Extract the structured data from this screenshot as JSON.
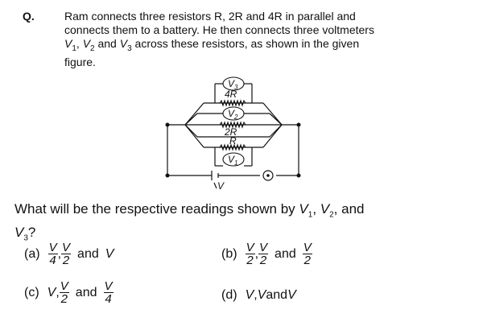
{
  "question": {
    "label": "Q.",
    "line1": "Ram connects three resistors R, 2R and 4R in parallel and",
    "line2": "connects them to a battery. He then connects three voltmeters",
    "line3_v1": "V",
    "line3_mid1": ", ",
    "line3_v2": "V",
    "line3_mid2": " and ",
    "line3_v3": "V",
    "line3_rest": " across these resistors, as shown in the given",
    "line4": "figure.",
    "sub1": "1",
    "sub2": "2",
    "sub3": "3"
  },
  "figure": {
    "labels": [
      "V3",
      "4R",
      "V2",
      "2R",
      "R",
      "V1",
      "V"
    ],
    "v3_base": "V",
    "v3_sub": "3",
    "r4": "4R",
    "v2_base": "V",
    "v2_sub": "2",
    "r2": "2R",
    "r1": "R",
    "v1_base": "V",
    "v1_sub": "1",
    "battery": "V",
    "key": "•"
  },
  "question2": {
    "part1": "What will be the respective readings shown by ",
    "v1": "V",
    "s1": "1",
    "comma1": ", ",
    "v2": "V",
    "s2": "2",
    "comma2": ", and",
    "v3": "V",
    "s3": "3",
    "qmark": "?"
  },
  "options": {
    "a": {
      "label": "(a)",
      "f1n": "V",
      "f1d": "4",
      "f2n": "V",
      "f2d": "2",
      "sep": ",",
      "tail": "and",
      "last": "V"
    },
    "b": {
      "label": "(b)",
      "f1n": "V",
      "f1d": "2",
      "f2n": "V",
      "f2d": "2",
      "sep": ",",
      "tail": "and",
      "f3n": "V",
      "f3d": "2"
    },
    "c": {
      "label": "(c)",
      "first": "V",
      "sep": ",",
      "f1n": "V",
      "f1d": "2",
      "tail": "and",
      "f2n": "V",
      "f2d": "4"
    },
    "d": {
      "label": "(d)",
      "v1": "V",
      "sep": ", ",
      "v2": "V",
      "and": " and ",
      "v3": "V"
    }
  }
}
